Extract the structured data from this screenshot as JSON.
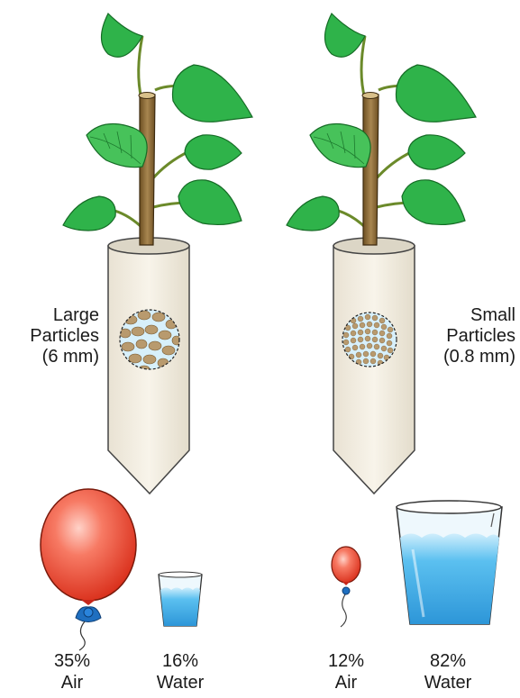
{
  "columns": [
    {
      "particle_label_line1": "Large",
      "particle_label_line2": "Particles",
      "particle_size": "(6 mm)",
      "air_percent": "35%",
      "air_label": "Air",
      "water_percent": "16%",
      "water_label": "Water"
    },
    {
      "particle_label_line1": "Small",
      "particle_label_line2": "Particles",
      "particle_size": "(0.8 mm)",
      "air_percent": "12%",
      "air_label": "Air",
      "water_percent": "82%",
      "water_label": "Water"
    }
  ],
  "colors": {
    "leaf": "#2fb34a",
    "leaf_dark": "#1d7a2e",
    "stem": "#8a6a3a",
    "tube": "#f2ece0",
    "balloon": "#e8412c",
    "balloon_knot": "#1f6fc0",
    "water": "#4fb7ec",
    "particles": "#b89a6e"
  },
  "icons": [
    "plant-icon",
    "balloon-icon",
    "water-glass-icon"
  ]
}
